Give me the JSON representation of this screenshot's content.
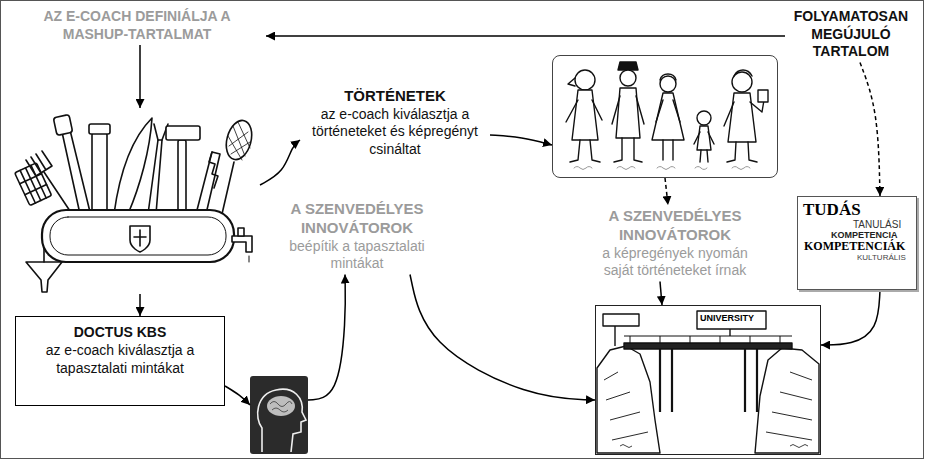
{
  "diagram": {
    "nodes": [
      {
        "text": [
          "AZ E-COACH DEFINIÁLJA A MASHUP-TARTALMAT"
        ]
      },
      {
        "text": [
          "FOLYAMATOSAN MEGÚJULÓ TARTALOM"
        ]
      },
      {
        "text": [
          "TÖRTÉNETEK",
          "az e-coach kiválasztja a történeteket és képregényt csináltat"
        ]
      },
      {
        "text": []
      },
      {
        "text": []
      },
      {
        "text": [
          "A SZENVEDÉLYES INNOVÁTOROK",
          "a képregények nyomán saját történeteket írnak"
        ]
      },
      {
        "text": [
          "TUDÁS",
          "TANULÁSI",
          "KOMPETENCIA",
          "KOMPETENCIÁK",
          "KULTURÁLIS"
        ]
      },
      {
        "text": [
          "A SZENVEDÉLYES INNOVÁTOROK",
          "beépítik a tapasztalati mintákat"
        ]
      },
      {
        "text": [
          "DOCTUS KBS",
          "az e-coach kiválasztja a tapasztalati mintákat"
        ]
      },
      {
        "text": []
      },
      {
        "text": [
          "UNIVERSITY"
        ]
      }
    ],
    "edges": [
      {
        "from": 1,
        "to": 0,
        "arrow": "to"
      },
      {
        "from": 0,
        "to": 4,
        "arrow": "to"
      },
      {
        "from": 4,
        "to": 2,
        "arrow": "to"
      },
      {
        "from": 2,
        "to": 3,
        "arrow": "to"
      },
      {
        "from": 3,
        "to": 5,
        "arrow": "to"
      },
      {
        "from": 1,
        "to": 6,
        "arrow": "to"
      },
      {
        "from": 6,
        "to": 10,
        "arrow": "to"
      },
      {
        "from": 4,
        "to": 8,
        "arrow": "to"
      },
      {
        "from": 8,
        "to": 9,
        "arrow": "to"
      },
      {
        "from": 9,
        "to": 7,
        "arrow": "to"
      },
      {
        "from": 7,
        "to": 10,
        "arrow": "to"
      },
      {
        "from": 5,
        "to": 10,
        "arrow": "to"
      }
    ]
  }
}
